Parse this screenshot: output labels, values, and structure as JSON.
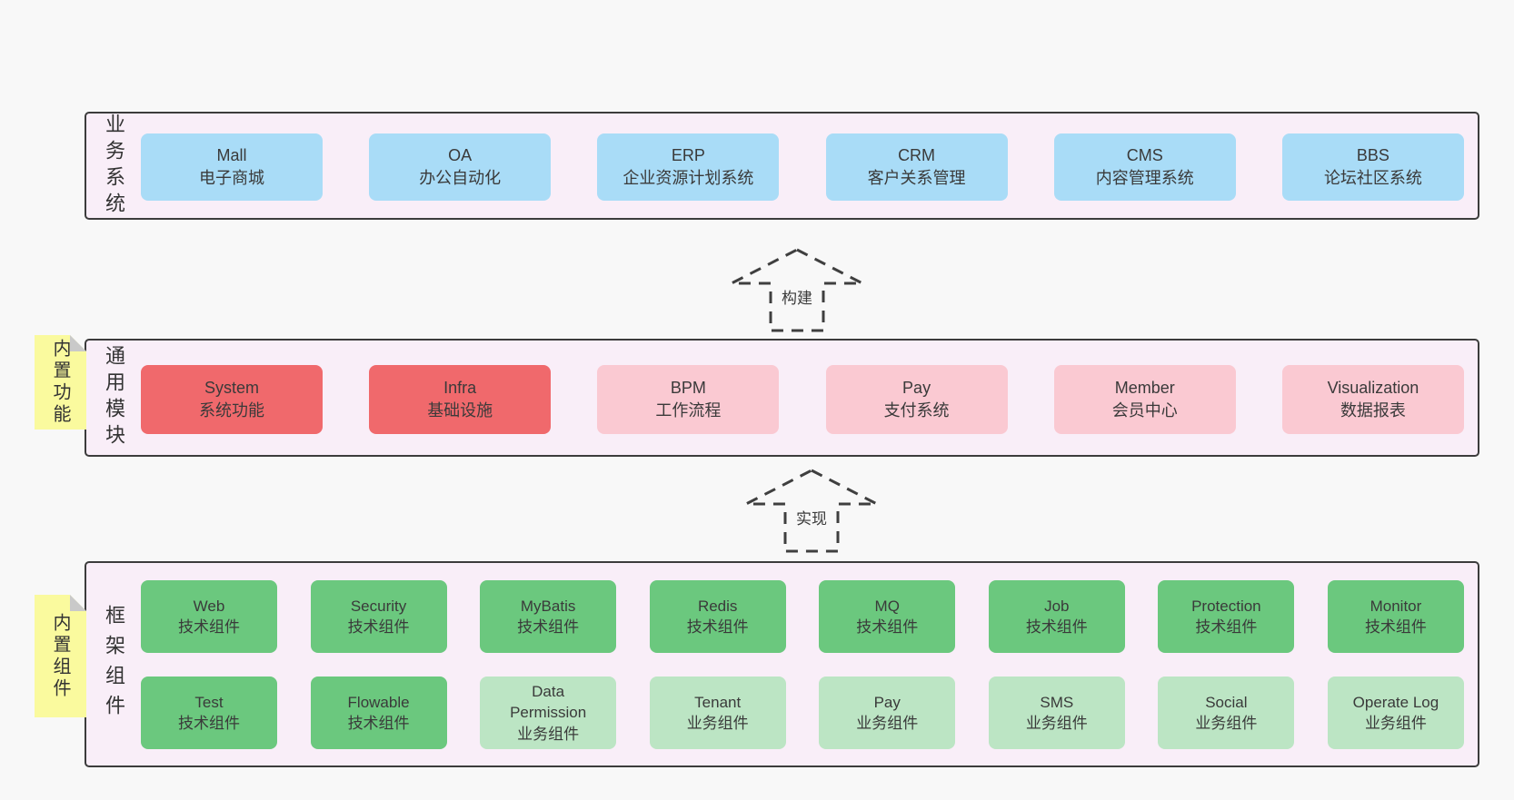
{
  "diagram": {
    "bands": {
      "business": {
        "label": "业务系统",
        "boxes": [
          {
            "title": "Mall",
            "subtitle": "电子商城"
          },
          {
            "title": "OA",
            "subtitle": "办公自动化"
          },
          {
            "title": "ERP",
            "subtitle": "企业资源计划系统"
          },
          {
            "title": "CRM",
            "subtitle": "客户关系管理"
          },
          {
            "title": "CMS",
            "subtitle": "内容管理系统"
          },
          {
            "title": "BBS",
            "subtitle": "论坛社区系统"
          }
        ]
      },
      "modules": {
        "label": "通用模块",
        "sticky": "内置功能",
        "boxes": [
          {
            "title": "System",
            "subtitle": "系统功能"
          },
          {
            "title": "Infra",
            "subtitle": "基础设施"
          },
          {
            "title": "BPM",
            "subtitle": "工作流程"
          },
          {
            "title": "Pay",
            "subtitle": "支付系统"
          },
          {
            "title": "Member",
            "subtitle": "会员中心"
          },
          {
            "title": "Visualization",
            "subtitle": "数据报表"
          }
        ]
      },
      "framework": {
        "label": "框架组件",
        "sticky": "内置组件",
        "row1": [
          {
            "title": "Web",
            "subtitle": "技术组件"
          },
          {
            "title": "Security",
            "subtitle": "技术组件"
          },
          {
            "title": "MyBatis",
            "subtitle": "技术组件"
          },
          {
            "title": "Redis",
            "subtitle": "技术组件"
          },
          {
            "title": "MQ",
            "subtitle": "技术组件"
          },
          {
            "title": "Job",
            "subtitle": "技术组件"
          },
          {
            "title": "Protection",
            "subtitle": "技术组件"
          },
          {
            "title": "Monitor",
            "subtitle": "技术组件"
          }
        ],
        "row2": [
          {
            "title": "Test",
            "subtitle": "技术组件"
          },
          {
            "title": "Flowable",
            "subtitle": "技术组件"
          },
          {
            "title": "Data Permission",
            "subtitle": "业务组件"
          },
          {
            "title": "Tenant",
            "subtitle": "业务组件"
          },
          {
            "title": "Pay",
            "subtitle": "业务组件"
          },
          {
            "title": "SMS",
            "subtitle": "业务组件"
          },
          {
            "title": "Social",
            "subtitle": "业务组件"
          },
          {
            "title": "Operate Log",
            "subtitle": "业务组件"
          }
        ]
      }
    },
    "arrows": {
      "build": "构建",
      "implement": "实现"
    },
    "colors": {
      "page_bg": "#f8f8f8",
      "band_bg": "#f9eef8",
      "band_border": "#3c3c3c",
      "blue": "#a9dcf7",
      "red": "#f0696c",
      "pink": "#fac9d2",
      "green": "#6bc87e",
      "light_green": "#bce5c4",
      "sticky_yellow": "#fafa9e",
      "fold_gray": "#c9c9c9",
      "text": "#3a3a3a"
    }
  }
}
